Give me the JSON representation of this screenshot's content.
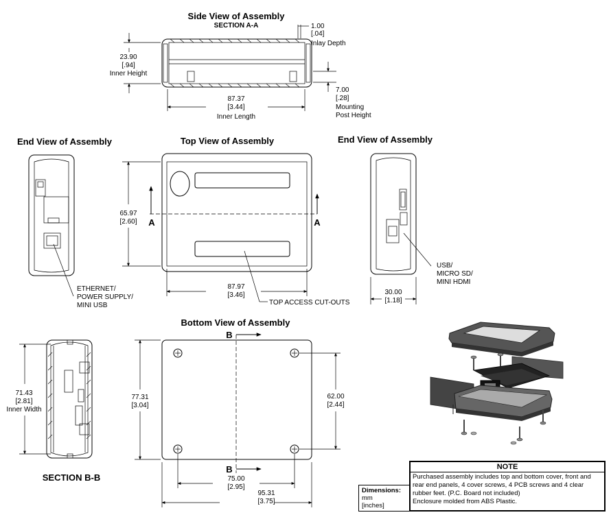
{
  "side_view": {
    "title": "Side View of Assembly",
    "subtitle": "SECTION A-A",
    "inlay_val": "1.00",
    "inlay_in": "[.04]",
    "inlay_label": "Inlay Depth",
    "height_val": "23.90",
    "height_in": "[.94]",
    "height_label": "Inner Height",
    "length_val": "87.37",
    "length_in": "[3.44]",
    "length_label": "Inner Length",
    "post_val": "7.00",
    "post_in": "[.28]",
    "post_label1": "Mounting",
    "post_label2": "Post Height"
  },
  "end_view_left": {
    "title": "End View of Assembly",
    "callout1": "ETHERNET/",
    "callout2": "POWER SUPPLY/",
    "callout3": "MINI USB"
  },
  "top_view": {
    "title": "Top View of Assembly",
    "height_val": "65.97",
    "height_in": "[2.60]",
    "width_val": "87.97",
    "width_in": "[3.46]",
    "section_a": "A",
    "cutouts": "TOP ACCESS CUT-OUTS"
  },
  "end_view_right": {
    "title": "End View of Assembly",
    "callout1": "USB/",
    "callout2": "MICRO SD/",
    "callout3": "MINI HDMI",
    "width_val": "30.00",
    "width_in": "[1.18]"
  },
  "section_bb": {
    "title": "SECTION B-B",
    "width_val": "71.43",
    "width_in": "[2.81]",
    "width_label": "Inner Width"
  },
  "bottom_view": {
    "title": "Bottom View of Assembly",
    "section_b": "B",
    "height_val": "77.31",
    "height_in": "[3.04]",
    "hole_h_val": "62.00",
    "hole_h_in": "[2.44]",
    "hole_w_val": "75.00",
    "hole_w_in": "[2.95]",
    "width_val": "95.31",
    "width_in": "[3.75]"
  },
  "dimensions_box": {
    "label": "Dimensions:",
    "unit1": "mm",
    "unit2": "[inches]"
  },
  "note": {
    "title": "NOTE",
    "line1": "Purchased assembly includes top and bottom cover, front and",
    "line2": "rear end panels, 4 cover screws, 4 PCB screws and 4 clear",
    "line3": "rubber feet. (P.C. Board not included)",
    "line4": "Enclosure molded from ABS Plastic."
  }
}
